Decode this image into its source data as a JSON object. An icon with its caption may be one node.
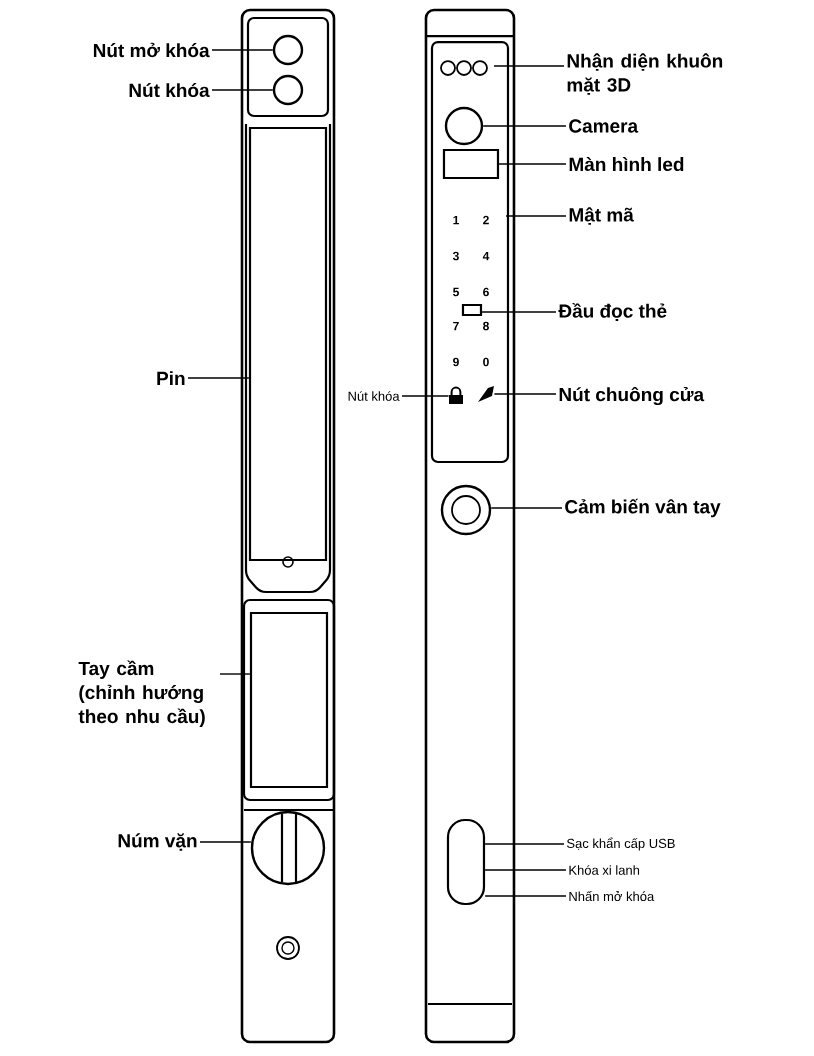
{
  "diagram": {
    "nodes": [
      {
        "text": [
          "Nút mở khóa"
        ]
      },
      {
        "text": [],
        "shape": "circle"
      },
      {
        "text": [
          "Nút khóa"
        ]
      },
      {
        "text": [],
        "shape": "circle"
      },
      {
        "text": [
          "Pin"
        ]
      },
      {
        "text": [],
        "shape": "box"
      },
      {
        "text": [
          "Tay cầm",
          "(chỉnh hướng theo nhu cầu)"
        ]
      },
      {
        "text": [],
        "shape": "box"
      },
      {
        "text": [
          "Núm vặn"
        ]
      },
      {
        "text": [],
        "shape": "circle"
      },
      {
        "text": [
          "Nhận diện khuôn mặt 3D"
        ]
      },
      {
        "text": [
          "Camera"
        ]
      },
      {
        "text": [],
        "shape": "circle"
      },
      {
        "text": [
          "Màn hình led"
        ]
      },
      {
        "text": [],
        "shape": "box"
      },
      {
        "text": [
          "Mật mã"
        ]
      },
      {
        "text": [
          "Đầu đọc thẻ"
        ]
      },
      {
        "text": [],
        "shape": "box"
      },
      {
        "text": [
          "Nút khóa"
        ]
      },
      {
        "text": [],
        "shape": "padlock"
      },
      {
        "text": [
          "Nút chuông cửa"
        ]
      },
      {
        "text": [],
        "shape": "bell"
      },
      {
        "text": [
          "Cảm biến vân tay"
        ]
      },
      {
        "text": [],
        "shape": "circle"
      },
      {
        "text": [
          "Sạc khẩn cấp USB"
        ]
      },
      {
        "text": [
          "Khóa xi lanh"
        ]
      },
      {
        "text": [
          "Nhấn mở khóa"
        ]
      },
      {
        "text": [],
        "shape": "oval"
      }
    ],
    "edges": [
      {
        "from": 0,
        "to": 1,
        "arrow": "none"
      },
      {
        "from": 2,
        "to": 3,
        "arrow": "none"
      },
      {
        "from": 4,
        "to": 5,
        "arrow": "none"
      },
      {
        "from": 6,
        "to": 7,
        "arrow": "none"
      },
      {
        "from": 8,
        "to": 9,
        "arrow": "none"
      },
      {
        "from": 10,
        "to": null,
        "arrow": "none"
      },
      {
        "from": 11,
        "to": 12,
        "arrow": "none"
      },
      {
        "from": 13,
        "to": 14,
        "arrow": "none"
      },
      {
        "from": 15,
        "to": null,
        "arrow": "none"
      },
      {
        "from": 16,
        "to": 17,
        "arrow": "none"
      },
      {
        "from": 18,
        "to": 19,
        "arrow": "none"
      },
      {
        "from": 20,
        "to": 21,
        "arrow": "none"
      },
      {
        "from": 22,
        "to": 23,
        "arrow": "none"
      },
      {
        "from": 24,
        "to": 27,
        "arrow": "none"
      },
      {
        "from": 25,
        "to": 27,
        "arrow": "none"
      },
      {
        "from": 26,
        "to": 27,
        "arrow": "none"
      }
    ],
    "labels": [
      "1",
      "2",
      "3",
      "4",
      "5",
      "6",
      "7",
      "8",
      "9",
      "0"
    ]
  }
}
